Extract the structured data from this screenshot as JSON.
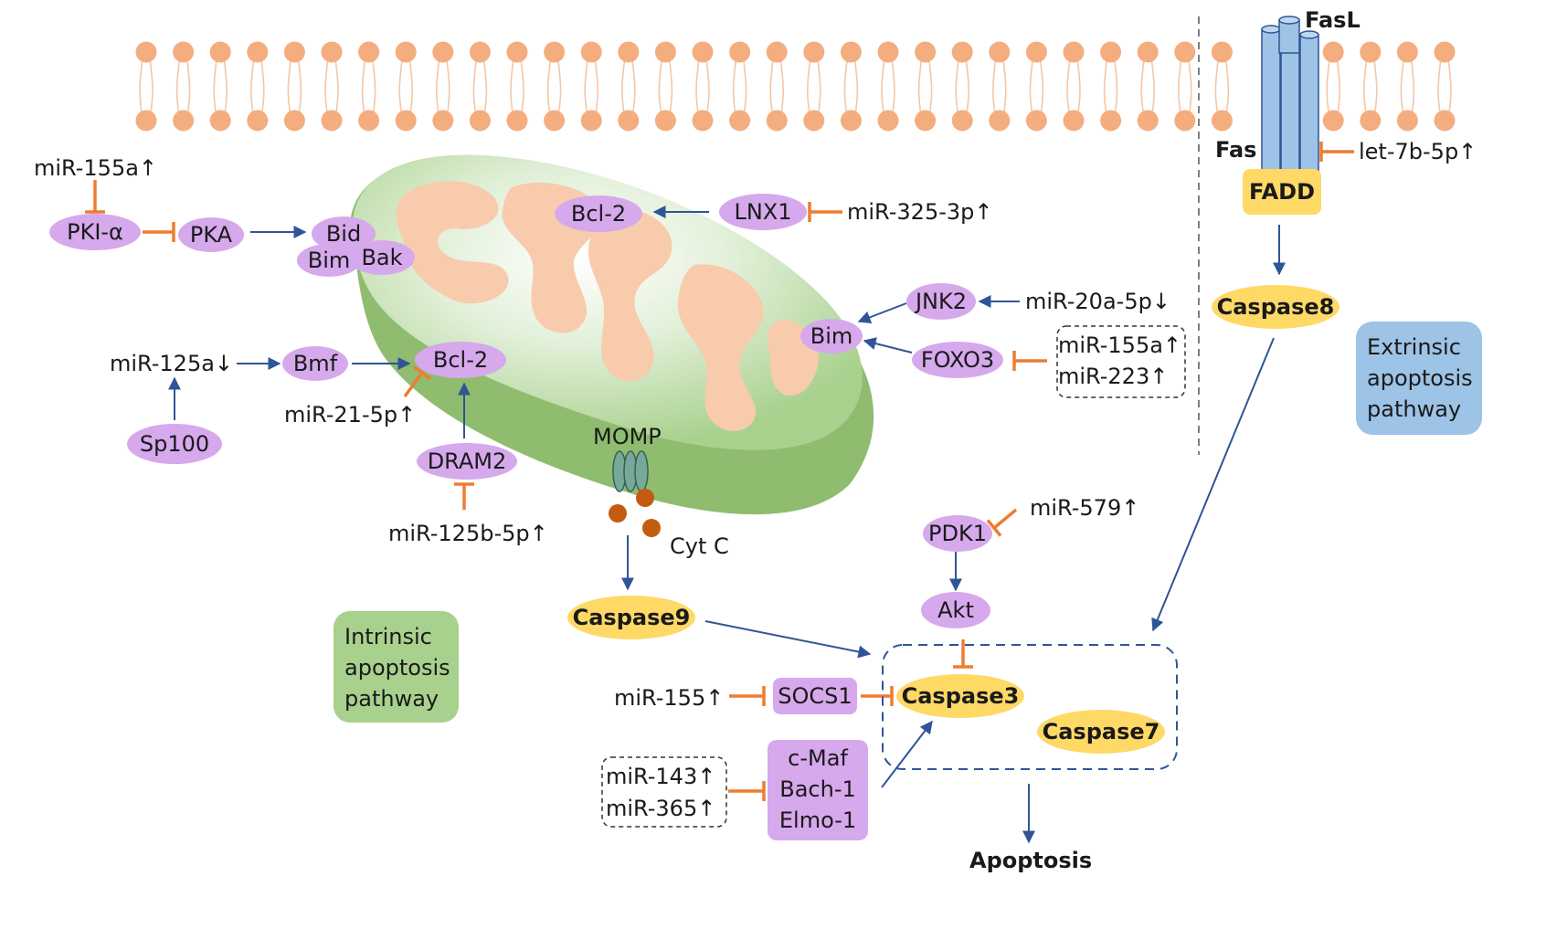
{
  "colors": {
    "membrane_head": "#f4ad7e",
    "membrane_tail": "#f4c7a6",
    "activation_arrow": "#2f5597",
    "inhibition_bar": "#ed7d31",
    "node_purple": "#d6a8ec",
    "node_yellow": "#ffd966",
    "mito_outer": "#a9d18e",
    "mito_cristae": "#f8cbad",
    "intrinsic_box": "#a9d18e",
    "extrinsic_box": "#9dc3e6",
    "fas_receptor": "#9dc3e6",
    "cytc_dot": "#c55a11"
  },
  "membrane_labels": {
    "fasl": "FasL",
    "fas": "Fas"
  },
  "nodes": {
    "pki": "PKI-α",
    "pka": "PKA",
    "bid": "Bid",
    "bim_top": "Bim",
    "bak": "Bak",
    "bcl2_top": "Bcl-2",
    "lnx1": "LNX1",
    "jnk2": "JNK2",
    "bim_right": "Bim",
    "foxo3": "FOXO3",
    "bmf": "Bmf",
    "bcl2_mid": "Bcl-2",
    "sp100": "Sp100",
    "dram2": "DRAM2",
    "fadd": "FADD",
    "caspase8": "Caspase8",
    "caspase9": "Caspase9",
    "pdk1": "PDK1",
    "akt": "Akt",
    "socs1": "SOCS1",
    "caspase3": "Caspase3",
    "caspase7": "Caspase7",
    "cmaf_lines": [
      "c-Maf",
      "Bach-1",
      "Elmo-1"
    ]
  },
  "mirnas": {
    "mir155a_top": "miR-155a↑",
    "mir325": "miR-325-3p↑",
    "mir20a": "miR-20a-5p↓",
    "mir155a_box": "miR-155a↑",
    "mir223": "miR-223↑",
    "mir125a": "miR-125a↓",
    "mir21": "miR-21-5p↑",
    "mir125b": "miR-125b-5p↑",
    "let7b": "let-7b-5p↑",
    "mir579": "miR-579↑",
    "mir155": "miR-155↑",
    "mir143": "miR-143↑",
    "mir365": "miR-365↑"
  },
  "labels": {
    "momp": "MOMP",
    "cytc": "Cyt C",
    "apoptosis": "Apoptosis"
  },
  "pathway_boxes": {
    "intrinsic": [
      "Intrinsic",
      "apoptosis",
      "pathway"
    ],
    "extrinsic": [
      "Extrinsic",
      "apoptosis",
      "pathway"
    ]
  }
}
